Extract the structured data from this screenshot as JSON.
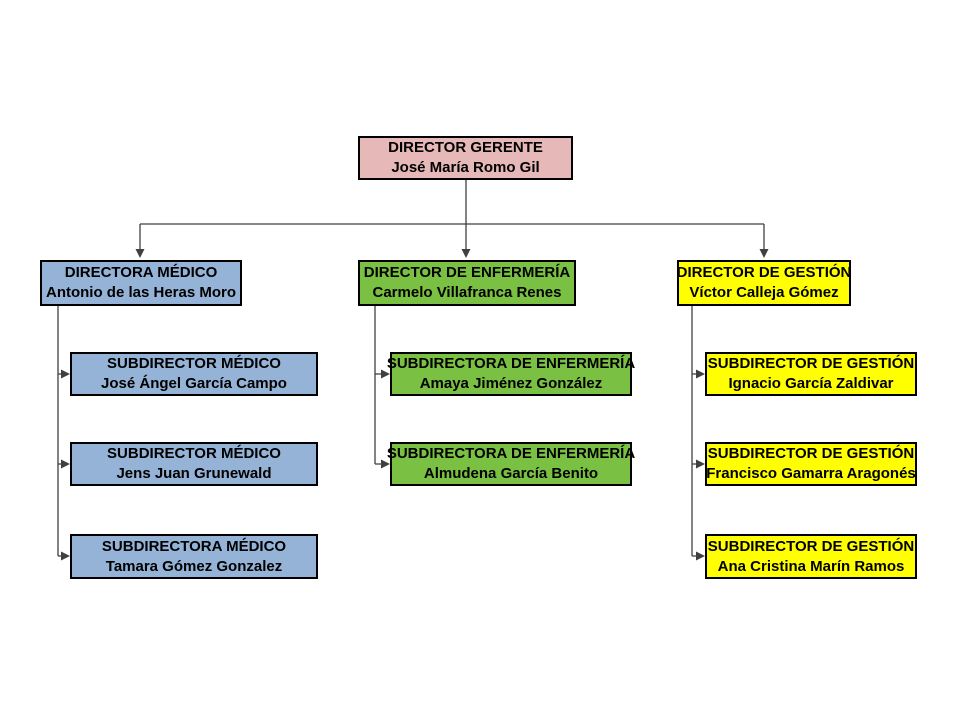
{
  "org": {
    "root": {
      "title": "DIRECTOR GERENTE",
      "name": "José María Romo Gil"
    },
    "medical": {
      "head": {
        "title": "DIRECTORA MÉDICO",
        "name": "Antonio de las Heras Moro"
      },
      "subs": [
        {
          "title": "SUBDIRECTOR MÉDICO",
          "name": "José Ángel García Campo"
        },
        {
          "title": "SUBDIRECTOR MÉDICO",
          "name": "Jens Juan Grunewald"
        },
        {
          "title": "SUBDIRECTORA MÉDICO",
          "name": "Tamara Gómez Gonzalez"
        }
      ]
    },
    "nursing": {
      "head": {
        "title": "DIRECTOR DE ENFERMERÍA",
        "name": "Carmelo Villafranca Renes"
      },
      "subs": [
        {
          "title": "SUBDIRECTORA DE ENFERMERÍA",
          "name": "Amaya Jiménez González"
        },
        {
          "title": "SUBDIRECTORA DE ENFERMERÍA",
          "name": "Almudena García Benito"
        }
      ]
    },
    "management": {
      "head": {
        "title": "DIRECTOR DE GESTIÓN",
        "name": "Víctor Calleja Gómez"
      },
      "subs": [
        {
          "title": "SUBDIRECTOR DE GESTIÓN",
          "name": "Ignacio García Zaldivar"
        },
        {
          "title": "SUBDIRECTOR DE GESTIÓN",
          "name": "Francisco Gamarra Aragonés"
        },
        {
          "title": "SUBDIRECTOR DE GESTIÓN",
          "name": "Ana Cristina Marín Ramos"
        }
      ]
    },
    "colors": {
      "root_box": "#e6b9b8",
      "medical_box": "#95b3d7",
      "nursing_box": "#7ac143",
      "management_box": "#ffff00",
      "border": "#000000",
      "connector_line": "#404040"
    }
  }
}
